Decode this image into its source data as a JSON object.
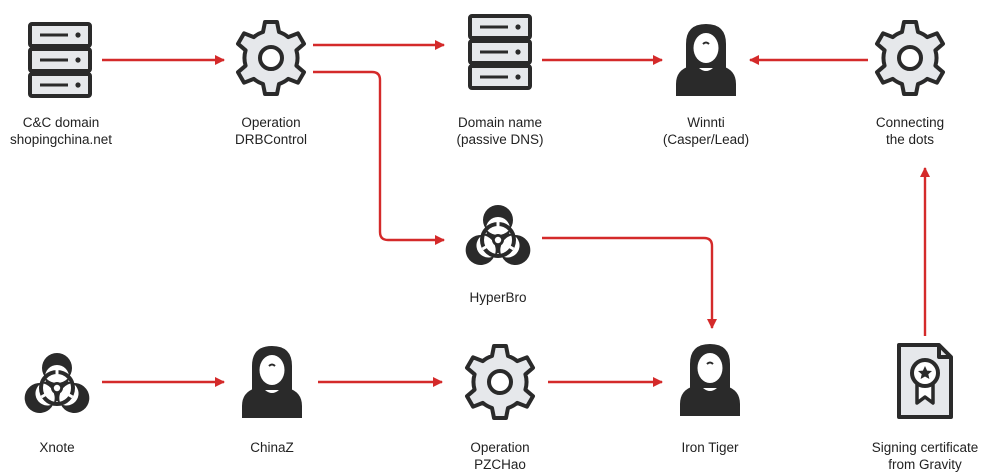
{
  "colors": {
    "edge": "#d42a2a",
    "icon": "#2a2a2a",
    "icon_fill": "#e6e8eb",
    "background": "#ffffff"
  },
  "nodes": {
    "cc_domain": {
      "icon": "server-icon",
      "line1": "C&C domain",
      "line2": "shopingchina.net"
    },
    "op_drbcontrol": {
      "icon": "gear-icon",
      "line1": "Operation",
      "line2": "DRBControl"
    },
    "domain_name": {
      "icon": "server-icon",
      "line1": "Domain name",
      "line2": "(passive DNS)"
    },
    "winnti": {
      "icon": "person-icon",
      "line1": "Winnti",
      "line2": "(Casper/Lead)"
    },
    "connecting": {
      "icon": "gear-icon",
      "line1": "Connecting",
      "line2": "the dots"
    },
    "hyperbro": {
      "icon": "biohazard-icon",
      "line1": "HyperBro",
      "line2": ""
    },
    "xnote": {
      "icon": "biohazard-icon",
      "line1": "Xnote",
      "line2": ""
    },
    "chinaz": {
      "icon": "person-icon",
      "line1": "ChinaZ",
      "line2": ""
    },
    "op_pzchao": {
      "icon": "gear-icon",
      "line1": "Operation",
      "line2": "PZCHao"
    },
    "iron_tiger": {
      "icon": "person-icon",
      "line1": "Iron Tiger",
      "line2": ""
    },
    "signing_cert": {
      "icon": "certificate-icon",
      "line1": "Signing certificate",
      "line2": "from Gravity"
    }
  },
  "edges": [
    {
      "from": "cc_domain",
      "to": "op_drbcontrol"
    },
    {
      "from": "op_drbcontrol",
      "to": "domain_name"
    },
    {
      "from": "op_drbcontrol",
      "to": "hyperbro"
    },
    {
      "from": "domain_name",
      "to": "winnti"
    },
    {
      "from": "connecting",
      "to": "winnti"
    },
    {
      "from": "hyperbro",
      "to": "iron_tiger"
    },
    {
      "from": "xnote",
      "to": "chinaz"
    },
    {
      "from": "chinaz",
      "to": "op_pzchao"
    },
    {
      "from": "op_pzchao",
      "to": "iron_tiger"
    },
    {
      "from": "signing_cert",
      "to": "connecting"
    }
  ]
}
